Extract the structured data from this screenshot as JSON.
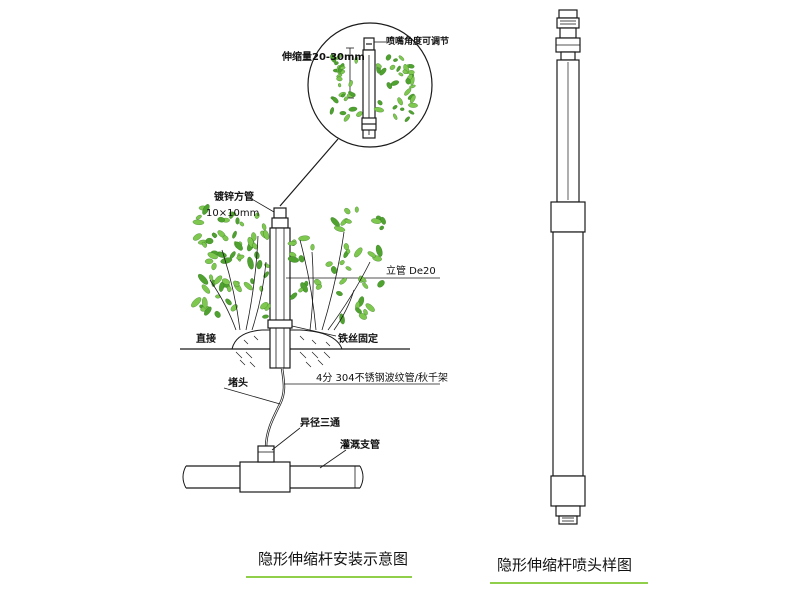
{
  "labels": {
    "telescopic_range": "伸缩量20-30mm",
    "nozzle_angle": "喷嘴角度可调节",
    "galvanized_tube": "镀锌方管",
    "tube_size": "10×10mm",
    "riser": "立管  De20",
    "direct_connect": "直接",
    "wire_fixing": "铁丝固定",
    "hose": "4分 304不锈钢波纹管/秋千架",
    "plug": "堵头",
    "reducing_tee": "异径三通",
    "branch_pipe": "灌溉支管"
  },
  "captions": {
    "install_diagram": "隐形伸缩杆安装示意图",
    "nozzle_sample": "隐形伸缩杆喷头样图"
  },
  "colors": {
    "line": "#1a1a1a",
    "foliage": "#7ec850",
    "foliage_dark": "#4fa22f",
    "underline": "#8fcf4a"
  }
}
